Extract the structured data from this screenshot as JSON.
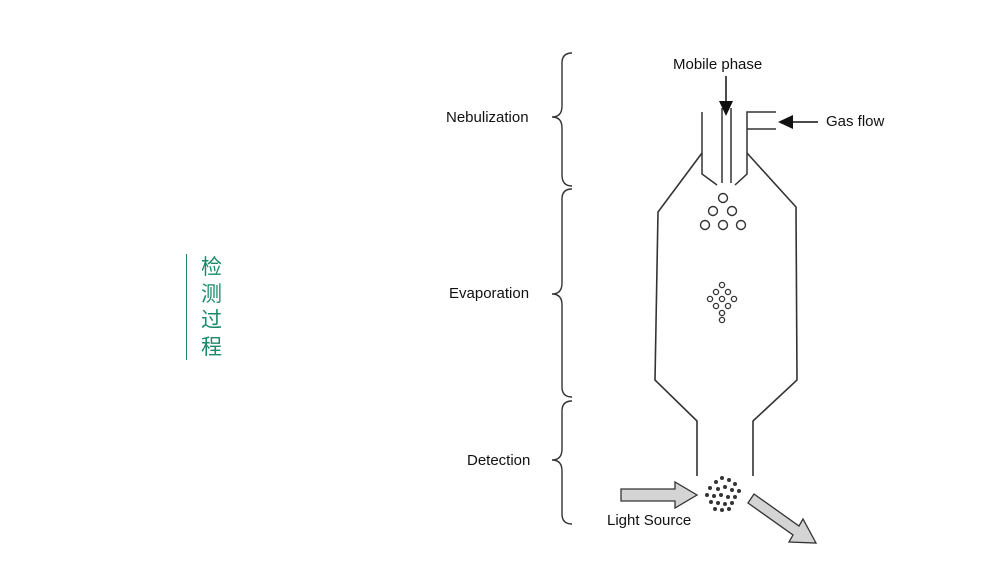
{
  "side_title": [
    "检",
    "测",
    "过",
    "程"
  ],
  "stages": {
    "nebulization": "Nebulization",
    "evaporation": "Evaporation",
    "detection": "Detection"
  },
  "labels": {
    "mobile_phase": "Mobile phase",
    "gas_flow": "Gas flow",
    "light_source": "Light Source"
  },
  "colors": {
    "accent": "#1a8a6a",
    "line": "#333333",
    "arrow_fill": "#d4d4d4"
  }
}
